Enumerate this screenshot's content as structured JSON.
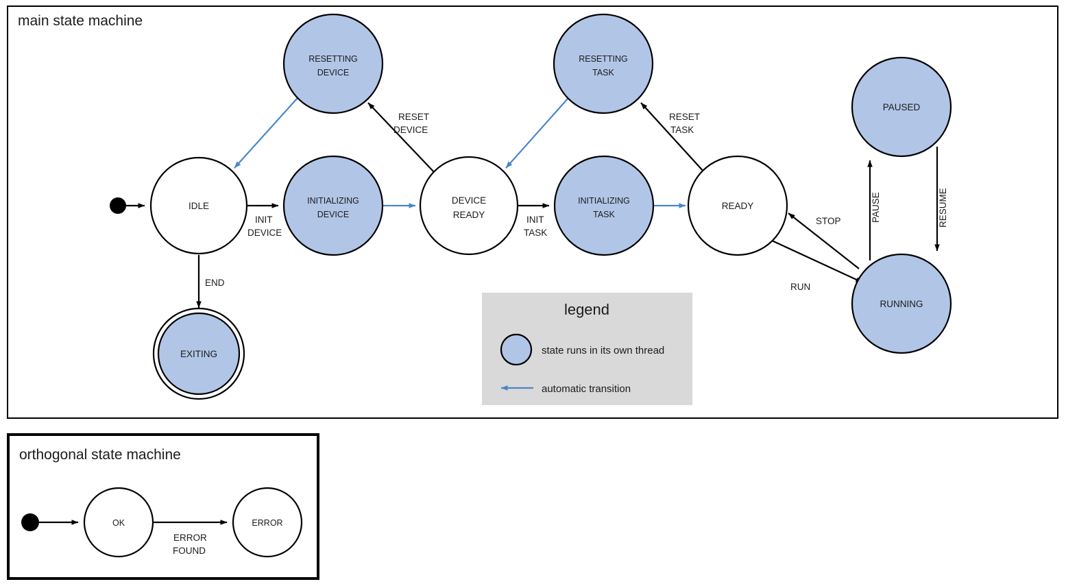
{
  "diagram": {
    "type": "state-machine",
    "colors": {
      "thread_state_fill": "#b1c5e7",
      "plain_state_fill": "#ffffff",
      "stroke": "#000000",
      "automatic_transition": "#4a86c8",
      "legend_background": "#d9d9d9"
    },
    "main": {
      "title": "main state machine",
      "states": [
        {
          "id": "idle",
          "label_line1": "IDLE",
          "label_line2": "",
          "thread": false,
          "final": false
        },
        {
          "id": "initializing_device",
          "label_line1": "INITIALIZING",
          "label_line2": "DEVICE",
          "thread": true,
          "final": false
        },
        {
          "id": "resetting_device",
          "label_line1": "RESETTING",
          "label_line2": "DEVICE",
          "thread": true,
          "final": false
        },
        {
          "id": "device_ready",
          "label_line1": "DEVICE",
          "label_line2": "READY",
          "thread": false,
          "final": false
        },
        {
          "id": "initializing_task",
          "label_line1": "INITIALIZING",
          "label_line2": "TASK",
          "thread": true,
          "final": false
        },
        {
          "id": "resetting_task",
          "label_line1": "RESETTING",
          "label_line2": "TASK",
          "thread": true,
          "final": false
        },
        {
          "id": "ready",
          "label_line1": "READY",
          "label_line2": "",
          "thread": false,
          "final": false
        },
        {
          "id": "running",
          "label_line1": "RUNNING",
          "label_line2": "",
          "thread": true,
          "final": false
        },
        {
          "id": "paused",
          "label_line1": "PAUSED",
          "label_line2": "",
          "thread": true,
          "final": false
        },
        {
          "id": "exiting",
          "label_line1": "EXITING",
          "label_line2": "",
          "thread": true,
          "final": true
        }
      ],
      "transitions": [
        {
          "from": "initial",
          "to": "idle",
          "label_line1": "",
          "label_line2": "",
          "automatic": false
        },
        {
          "from": "idle",
          "to": "initializing_device",
          "label_line1": "INIT",
          "label_line2": "DEVICE",
          "automatic": false
        },
        {
          "from": "initializing_device",
          "to": "device_ready",
          "label_line1": "",
          "label_line2": "",
          "automatic": true
        },
        {
          "from": "device_ready",
          "to": "resetting_device",
          "label_line1": "RESET",
          "label_line2": "DEVICE",
          "automatic": false
        },
        {
          "from": "resetting_device",
          "to": "idle",
          "label_line1": "",
          "label_line2": "",
          "automatic": true
        },
        {
          "from": "device_ready",
          "to": "initializing_task",
          "label_line1": "INIT",
          "label_line2": "TASK",
          "automatic": false
        },
        {
          "from": "initializing_task",
          "to": "ready",
          "label_line1": "",
          "label_line2": "",
          "automatic": true
        },
        {
          "from": "ready",
          "to": "resetting_task",
          "label_line1": "RESET",
          "label_line2": "TASK",
          "automatic": false
        },
        {
          "from": "resetting_task",
          "to": "device_ready",
          "label_line1": "",
          "label_line2": "",
          "automatic": true
        },
        {
          "from": "ready",
          "to": "running",
          "label_line1": "RUN",
          "label_line2": "",
          "automatic": false
        },
        {
          "from": "running",
          "to": "ready",
          "label_line1": "STOP",
          "label_line2": "",
          "automatic": false
        },
        {
          "from": "running",
          "to": "paused",
          "label_line1": "PAUSE",
          "label_line2": "",
          "automatic": false
        },
        {
          "from": "paused",
          "to": "running",
          "label_line1": "RESUME",
          "label_line2": "",
          "automatic": false
        },
        {
          "from": "idle",
          "to": "exiting",
          "label_line1": "END",
          "label_line2": "",
          "automatic": false
        }
      ],
      "edge_labels": {
        "init_device_l1": "INIT",
        "init_device_l2": "DEVICE",
        "reset_device_l1": "RESET",
        "reset_device_l2": "DEVICE",
        "init_task_l1": "INIT",
        "init_task_l2": "TASK",
        "reset_task_l1": "RESET",
        "reset_task_l2": "TASK",
        "run": "RUN",
        "stop": "STOP",
        "pause": "PAUSE",
        "resume": "RESUME",
        "end": "END"
      }
    },
    "legend": {
      "title": "legend",
      "items": [
        {
          "icon": "thread-state-circle",
          "text": "state runs in its own thread"
        },
        {
          "icon": "automatic-transition-arrow",
          "text": "automatic transition"
        }
      ]
    },
    "orthogonal": {
      "title": "orthogonal state machine",
      "states": [
        {
          "id": "ok",
          "label": "OK"
        },
        {
          "id": "error",
          "label": "ERROR"
        }
      ],
      "transitions": [
        {
          "from": "initial",
          "to": "ok",
          "label_line1": "",
          "label_line2": ""
        },
        {
          "from": "ok",
          "to": "error",
          "label_line1": "ERROR",
          "label_line2": "FOUND"
        }
      ]
    }
  }
}
